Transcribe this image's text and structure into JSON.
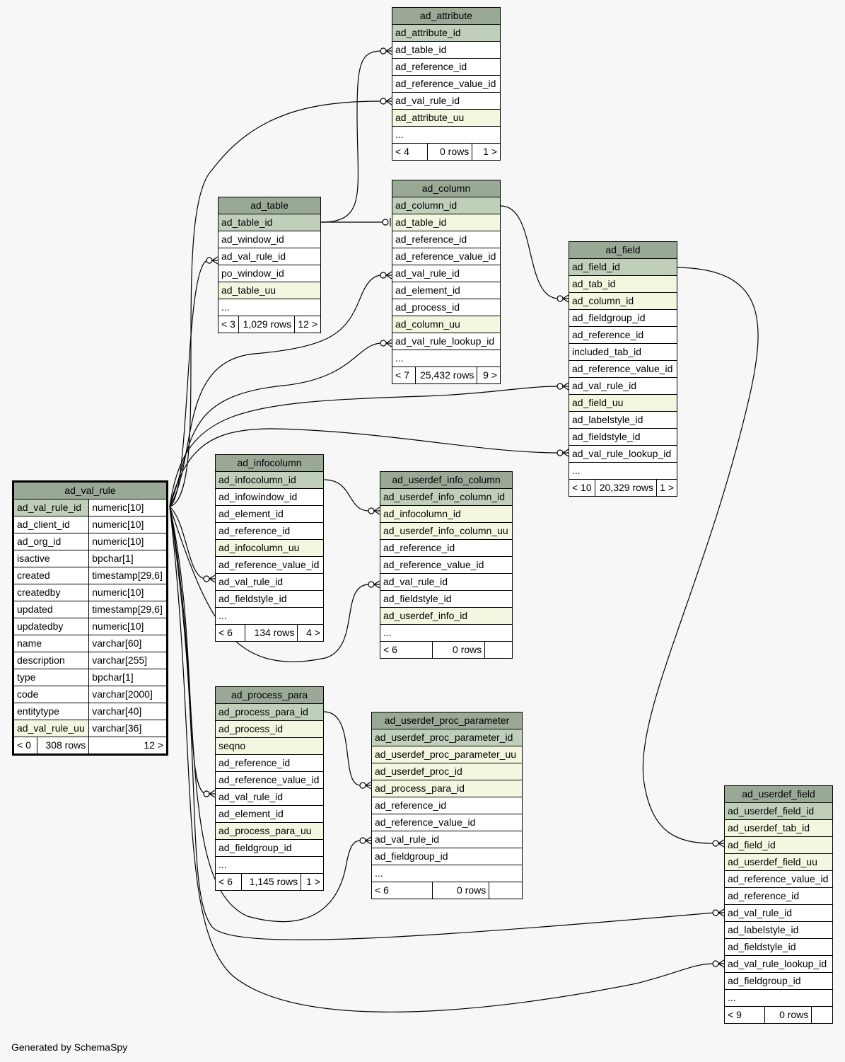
{
  "footer": "Generated by SchemaSpy",
  "tables": {
    "ad_attribute": {
      "title": "ad_attribute",
      "rows": [
        {
          "name": "ad_attribute_id",
          "kind": "pk"
        },
        {
          "name": "ad_table_id",
          "kind": ""
        },
        {
          "name": "ad_reference_id",
          "kind": ""
        },
        {
          "name": "ad_reference_value_id",
          "kind": ""
        },
        {
          "name": "ad_val_rule_id",
          "kind": ""
        },
        {
          "name": "ad_attribute_uu",
          "kind": "fk"
        },
        {
          "name": "...",
          "kind": ""
        }
      ],
      "stats": [
        "< 4",
        "0 rows",
        "1 >"
      ]
    },
    "ad_column": {
      "title": "ad_column",
      "rows": [
        {
          "name": "ad_column_id",
          "kind": "pk"
        },
        {
          "name": "ad_table_id",
          "kind": "fk"
        },
        {
          "name": "ad_reference_id",
          "kind": ""
        },
        {
          "name": "ad_reference_value_id",
          "kind": ""
        },
        {
          "name": "ad_val_rule_id",
          "kind": ""
        },
        {
          "name": "ad_element_id",
          "kind": ""
        },
        {
          "name": "ad_process_id",
          "kind": ""
        },
        {
          "name": "ad_column_uu",
          "kind": "fk"
        },
        {
          "name": "ad_val_rule_lookup_id",
          "kind": ""
        },
        {
          "name": "...",
          "kind": ""
        }
      ],
      "stats": [
        "< 7",
        "25,432 rows",
        "9 >"
      ]
    },
    "ad_table": {
      "title": "ad_table",
      "rows": [
        {
          "name": "ad_table_id",
          "kind": "pk"
        },
        {
          "name": "ad_window_id",
          "kind": ""
        },
        {
          "name": "ad_val_rule_id",
          "kind": ""
        },
        {
          "name": "po_window_id",
          "kind": ""
        },
        {
          "name": "ad_table_uu",
          "kind": "fk"
        },
        {
          "name": "...",
          "kind": ""
        }
      ],
      "stats": [
        "< 3",
        "1,029 rows",
        "12 >"
      ]
    },
    "ad_field": {
      "title": "ad_field",
      "rows": [
        {
          "name": "ad_field_id",
          "kind": "pk"
        },
        {
          "name": "ad_tab_id",
          "kind": "fk"
        },
        {
          "name": "ad_column_id",
          "kind": "fk"
        },
        {
          "name": "ad_fieldgroup_id",
          "kind": ""
        },
        {
          "name": "ad_reference_id",
          "kind": ""
        },
        {
          "name": "included_tab_id",
          "kind": ""
        },
        {
          "name": "ad_reference_value_id",
          "kind": ""
        },
        {
          "name": "ad_val_rule_id",
          "kind": ""
        },
        {
          "name": "ad_field_uu",
          "kind": "fk"
        },
        {
          "name": "ad_labelstyle_id",
          "kind": ""
        },
        {
          "name": "ad_fieldstyle_id",
          "kind": ""
        },
        {
          "name": "ad_val_rule_lookup_id",
          "kind": ""
        },
        {
          "name": "...",
          "kind": ""
        }
      ],
      "stats": [
        "< 10",
        "20,329 rows",
        "1 >"
      ]
    },
    "ad_val_rule": {
      "title": "ad_val_rule",
      "rows": [
        {
          "name": "ad_val_rule_id",
          "type": "numeric[10]",
          "kind": "pk"
        },
        {
          "name": "ad_client_id",
          "type": "numeric[10]",
          "kind": ""
        },
        {
          "name": "ad_org_id",
          "type": "numeric[10]",
          "kind": ""
        },
        {
          "name": "isactive",
          "type": "bpchar[1]",
          "kind": ""
        },
        {
          "name": "created",
          "type": "timestamp[29,6]",
          "kind": ""
        },
        {
          "name": "createdby",
          "type": "numeric[10]",
          "kind": ""
        },
        {
          "name": "updated",
          "type": "timestamp[29,6]",
          "kind": ""
        },
        {
          "name": "updatedby",
          "type": "numeric[10]",
          "kind": ""
        },
        {
          "name": "name",
          "type": "varchar[60]",
          "kind": ""
        },
        {
          "name": "description",
          "type": "varchar[255]",
          "kind": ""
        },
        {
          "name": "type",
          "type": "bpchar[1]",
          "kind": ""
        },
        {
          "name": "code",
          "type": "varchar[2000]",
          "kind": ""
        },
        {
          "name": "entitytype",
          "type": "varchar[40]",
          "kind": ""
        },
        {
          "name": "ad_val_rule_uu",
          "type": "varchar[36]",
          "kind": "fk"
        }
      ],
      "stats": [
        "< 0",
        "308 rows",
        "12 >"
      ]
    },
    "ad_infocolumn": {
      "title": "ad_infocolumn",
      "rows": [
        {
          "name": "ad_infocolumn_id",
          "kind": "pk"
        },
        {
          "name": "ad_infowindow_id",
          "kind": ""
        },
        {
          "name": "ad_element_id",
          "kind": ""
        },
        {
          "name": "ad_reference_id",
          "kind": ""
        },
        {
          "name": "ad_infocolumn_uu",
          "kind": "fk"
        },
        {
          "name": "ad_reference_value_id",
          "kind": ""
        },
        {
          "name": "ad_val_rule_id",
          "kind": ""
        },
        {
          "name": "ad_fieldstyle_id",
          "kind": ""
        },
        {
          "name": "...",
          "kind": ""
        }
      ],
      "stats": [
        "< 6",
        "134 rows",
        "4 >"
      ]
    },
    "ad_userdef_info_column": {
      "title": "ad_userdef_info_column",
      "rows": [
        {
          "name": "ad_userdef_info_column_id",
          "kind": "pk"
        },
        {
          "name": "ad_infocolumn_id",
          "kind": "fk"
        },
        {
          "name": "ad_userdef_info_column_uu",
          "kind": "fk"
        },
        {
          "name": "ad_reference_id",
          "kind": ""
        },
        {
          "name": "ad_reference_value_id",
          "kind": ""
        },
        {
          "name": "ad_val_rule_id",
          "kind": ""
        },
        {
          "name": "ad_fieldstyle_id",
          "kind": ""
        },
        {
          "name": "ad_userdef_info_id",
          "kind": "fk"
        },
        {
          "name": "...",
          "kind": ""
        }
      ],
      "stats": [
        "< 6",
        "0 rows",
        ""
      ]
    },
    "ad_process_para": {
      "title": "ad_process_para",
      "rows": [
        {
          "name": "ad_process_para_id",
          "kind": "pk"
        },
        {
          "name": "ad_process_id",
          "kind": "fk"
        },
        {
          "name": "seqno",
          "kind": "fk"
        },
        {
          "name": "ad_reference_id",
          "kind": ""
        },
        {
          "name": "ad_reference_value_id",
          "kind": ""
        },
        {
          "name": "ad_val_rule_id",
          "kind": ""
        },
        {
          "name": "ad_element_id",
          "kind": ""
        },
        {
          "name": "ad_process_para_uu",
          "kind": "fk"
        },
        {
          "name": "ad_fieldgroup_id",
          "kind": ""
        },
        {
          "name": "...",
          "kind": ""
        }
      ],
      "stats": [
        "< 6",
        "1,145 rows",
        "1 >"
      ]
    },
    "ad_userdef_proc_parameter": {
      "title": "ad_userdef_proc_parameter",
      "rows": [
        {
          "name": "ad_userdef_proc_parameter_id",
          "kind": "pk"
        },
        {
          "name": "ad_userdef_proc_parameter_uu",
          "kind": "fk"
        },
        {
          "name": "ad_userdef_proc_id",
          "kind": "fk"
        },
        {
          "name": "ad_process_para_id",
          "kind": "fk"
        },
        {
          "name": "ad_reference_id",
          "kind": ""
        },
        {
          "name": "ad_reference_value_id",
          "kind": ""
        },
        {
          "name": "ad_val_rule_id",
          "kind": ""
        },
        {
          "name": "ad_fieldgroup_id",
          "kind": ""
        },
        {
          "name": "...",
          "kind": ""
        }
      ],
      "stats": [
        "< 6",
        "0 rows",
        ""
      ]
    },
    "ad_userdef_field": {
      "title": "ad_userdef_field",
      "rows": [
        {
          "name": "ad_userdef_field_id",
          "kind": "pk"
        },
        {
          "name": "ad_userdef_tab_id",
          "kind": "fk"
        },
        {
          "name": "ad_field_id",
          "kind": "fk"
        },
        {
          "name": "ad_userdef_field_uu",
          "kind": "fk"
        },
        {
          "name": "ad_reference_value_id",
          "kind": ""
        },
        {
          "name": "ad_reference_id",
          "kind": ""
        },
        {
          "name": "ad_val_rule_id",
          "kind": ""
        },
        {
          "name": "ad_labelstyle_id",
          "kind": ""
        },
        {
          "name": "ad_fieldstyle_id",
          "kind": ""
        },
        {
          "name": "ad_val_rule_lookup_id",
          "kind": ""
        },
        {
          "name": "ad_fieldgroup_id",
          "kind": ""
        },
        {
          "name": "...",
          "kind": ""
        }
      ],
      "stats": [
        "< 9",
        "0 rows",
        ""
      ]
    }
  }
}
